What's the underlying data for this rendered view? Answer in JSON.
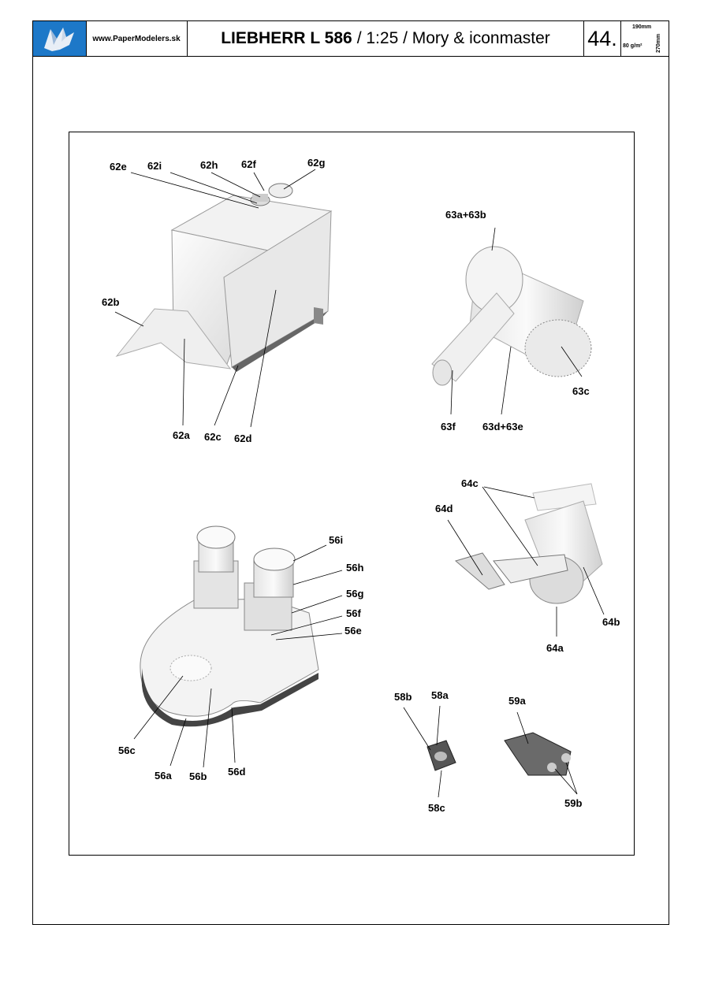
{
  "header": {
    "site": "www.PaperModelers.sk",
    "title_bold": "LIEBHERR L 586",
    "title_rest": "/ 1:25 / Mory & iconmaster",
    "page_number": "44.",
    "paper_width": "190mm",
    "paper_weight": "80 g/m²",
    "paper_height": "270mm"
  },
  "labels": {
    "l62e": "62e",
    "l62i": "62i",
    "l62h": "62h",
    "l62f": "62f",
    "l62g": "62g",
    "l62b": "62b",
    "l62a": "62a",
    "l62c": "62c",
    "l62d": "62d",
    "l63ab": "63a+63b",
    "l63c": "63c",
    "l63f": "63f",
    "l63de": "63d+63e",
    "l64c": "64c",
    "l64d": "64d",
    "l64b": "64b",
    "l64a": "64a",
    "l56i": "56i",
    "l56h": "56h",
    "l56g": "56g",
    "l56f": "56f",
    "l56e": "56e",
    "l56c": "56c",
    "l56a": "56a",
    "l56b": "56b",
    "l56d": "56d",
    "l58b": "58b",
    "l58a": "58a",
    "l58c": "58c",
    "l59a": "59a",
    "l59b": "59b"
  }
}
